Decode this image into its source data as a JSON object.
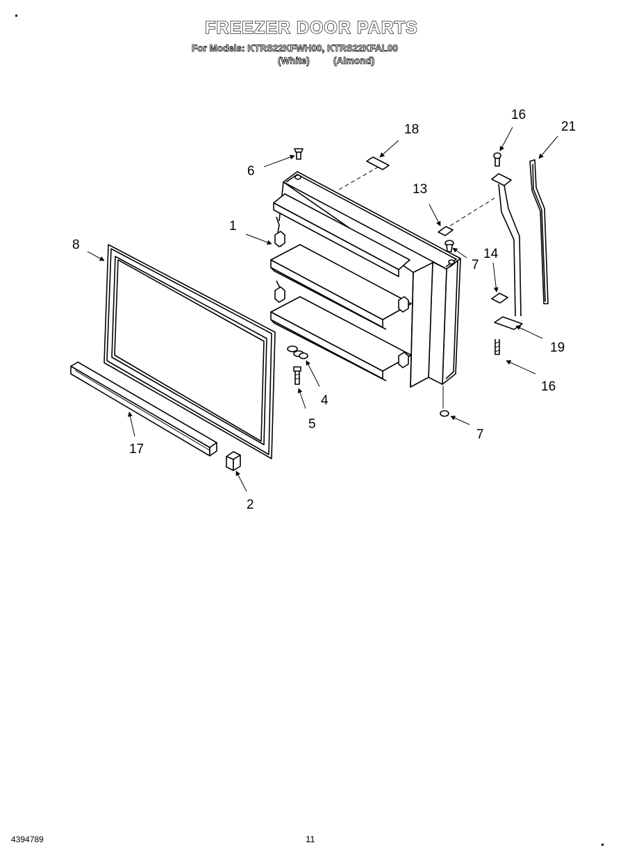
{
  "header": {
    "title": "FREEZER DOOR PARTS",
    "models_line": "For Models: KTRS22KFWH00, KTRS22KFAL00",
    "variant_white": "(White)",
    "variant_almond": "(Almond)"
  },
  "footer": {
    "doc_number": "4394789",
    "page_number": "11"
  },
  "callouts": {
    "c1": "1",
    "c2": "2",
    "c4": "4",
    "c5": "5",
    "c6": "6",
    "c7a": "7",
    "c7b": "7",
    "c8": "8",
    "c13": "13",
    "c14": "14",
    "c16a": "16",
    "c16b": "16",
    "c17": "17",
    "c18": "18",
    "c19": "19",
    "c21": "21"
  }
}
